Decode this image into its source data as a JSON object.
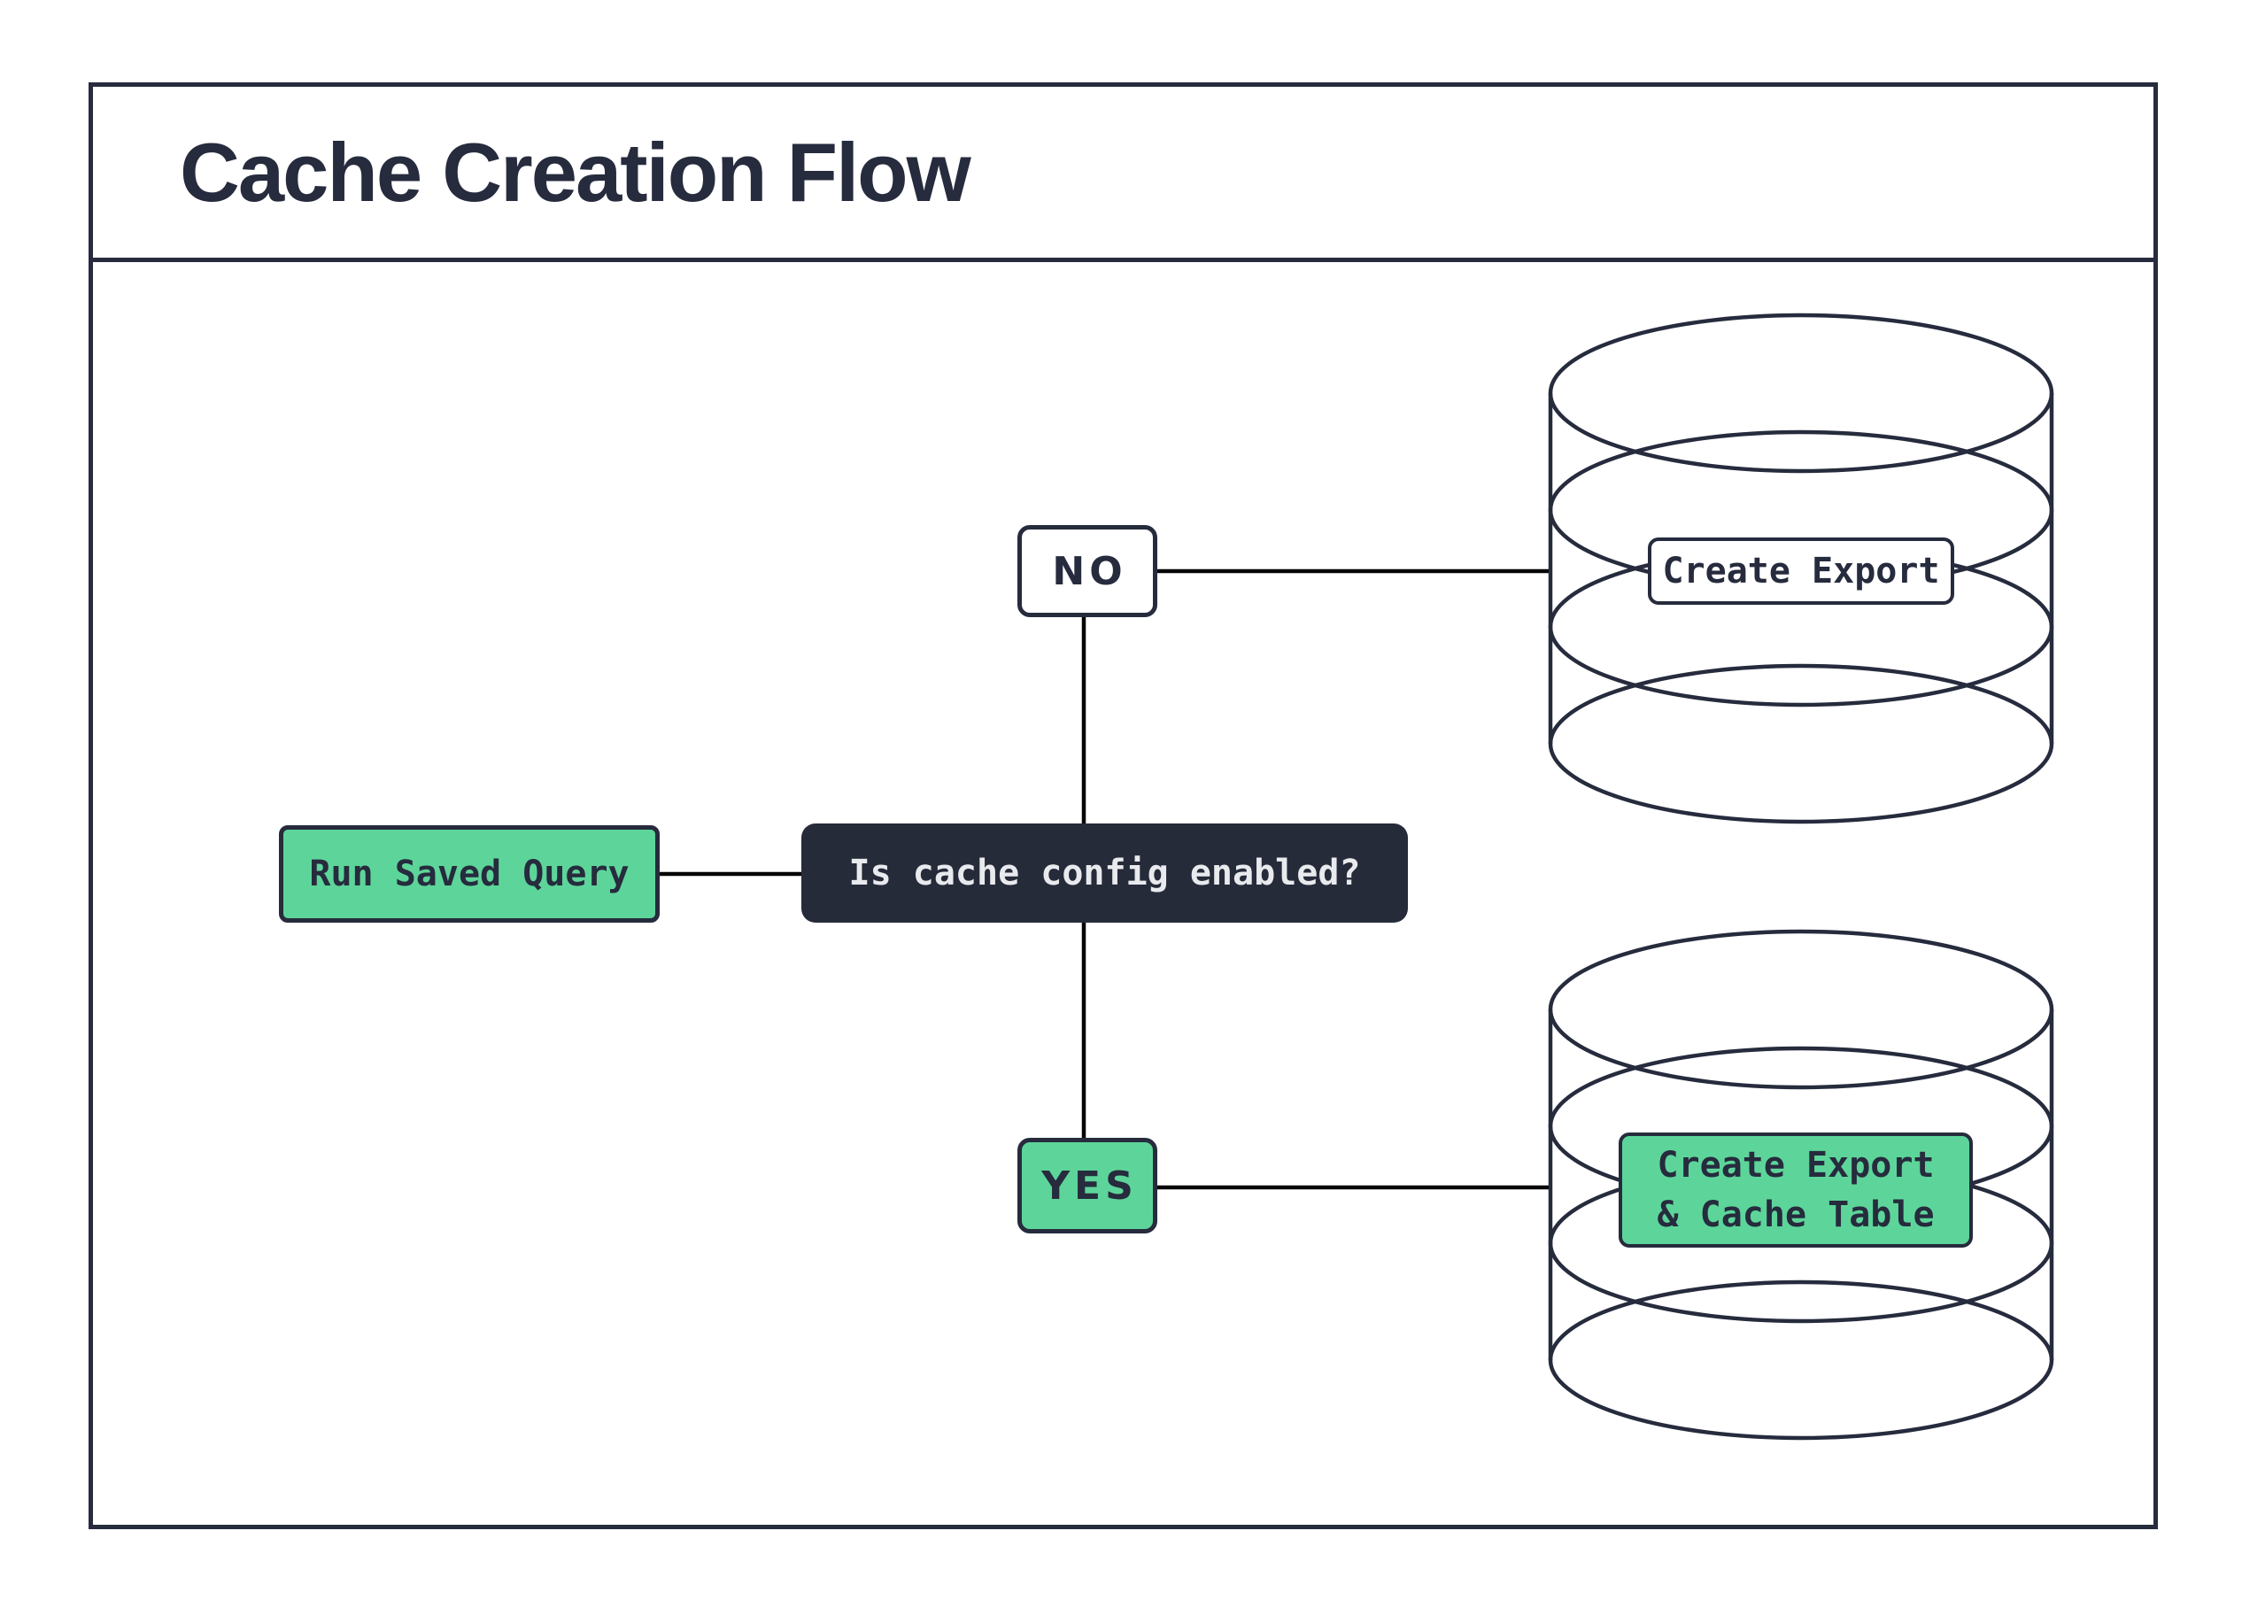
{
  "colors": {
    "ink": "#262b3d",
    "line": "#050505",
    "green": "#5dd59a",
    "panel-dark": "#262b3a",
    "panel-dark-text": "#e9eaee",
    "bg": "#ffffff"
  },
  "header": {
    "title": "Cache Creation Flow"
  },
  "flowchart": {
    "start": {
      "label": "Run Saved Query"
    },
    "decision": {
      "label": "Is cache config enabled?"
    },
    "branch_no": {
      "label": "NO"
    },
    "branch_yes": {
      "label": "YES"
    },
    "db_no": {
      "label": "Create Export"
    },
    "db_yes": {
      "label_line1": "Create Export",
      "label_line2": "& Cache Table"
    }
  }
}
